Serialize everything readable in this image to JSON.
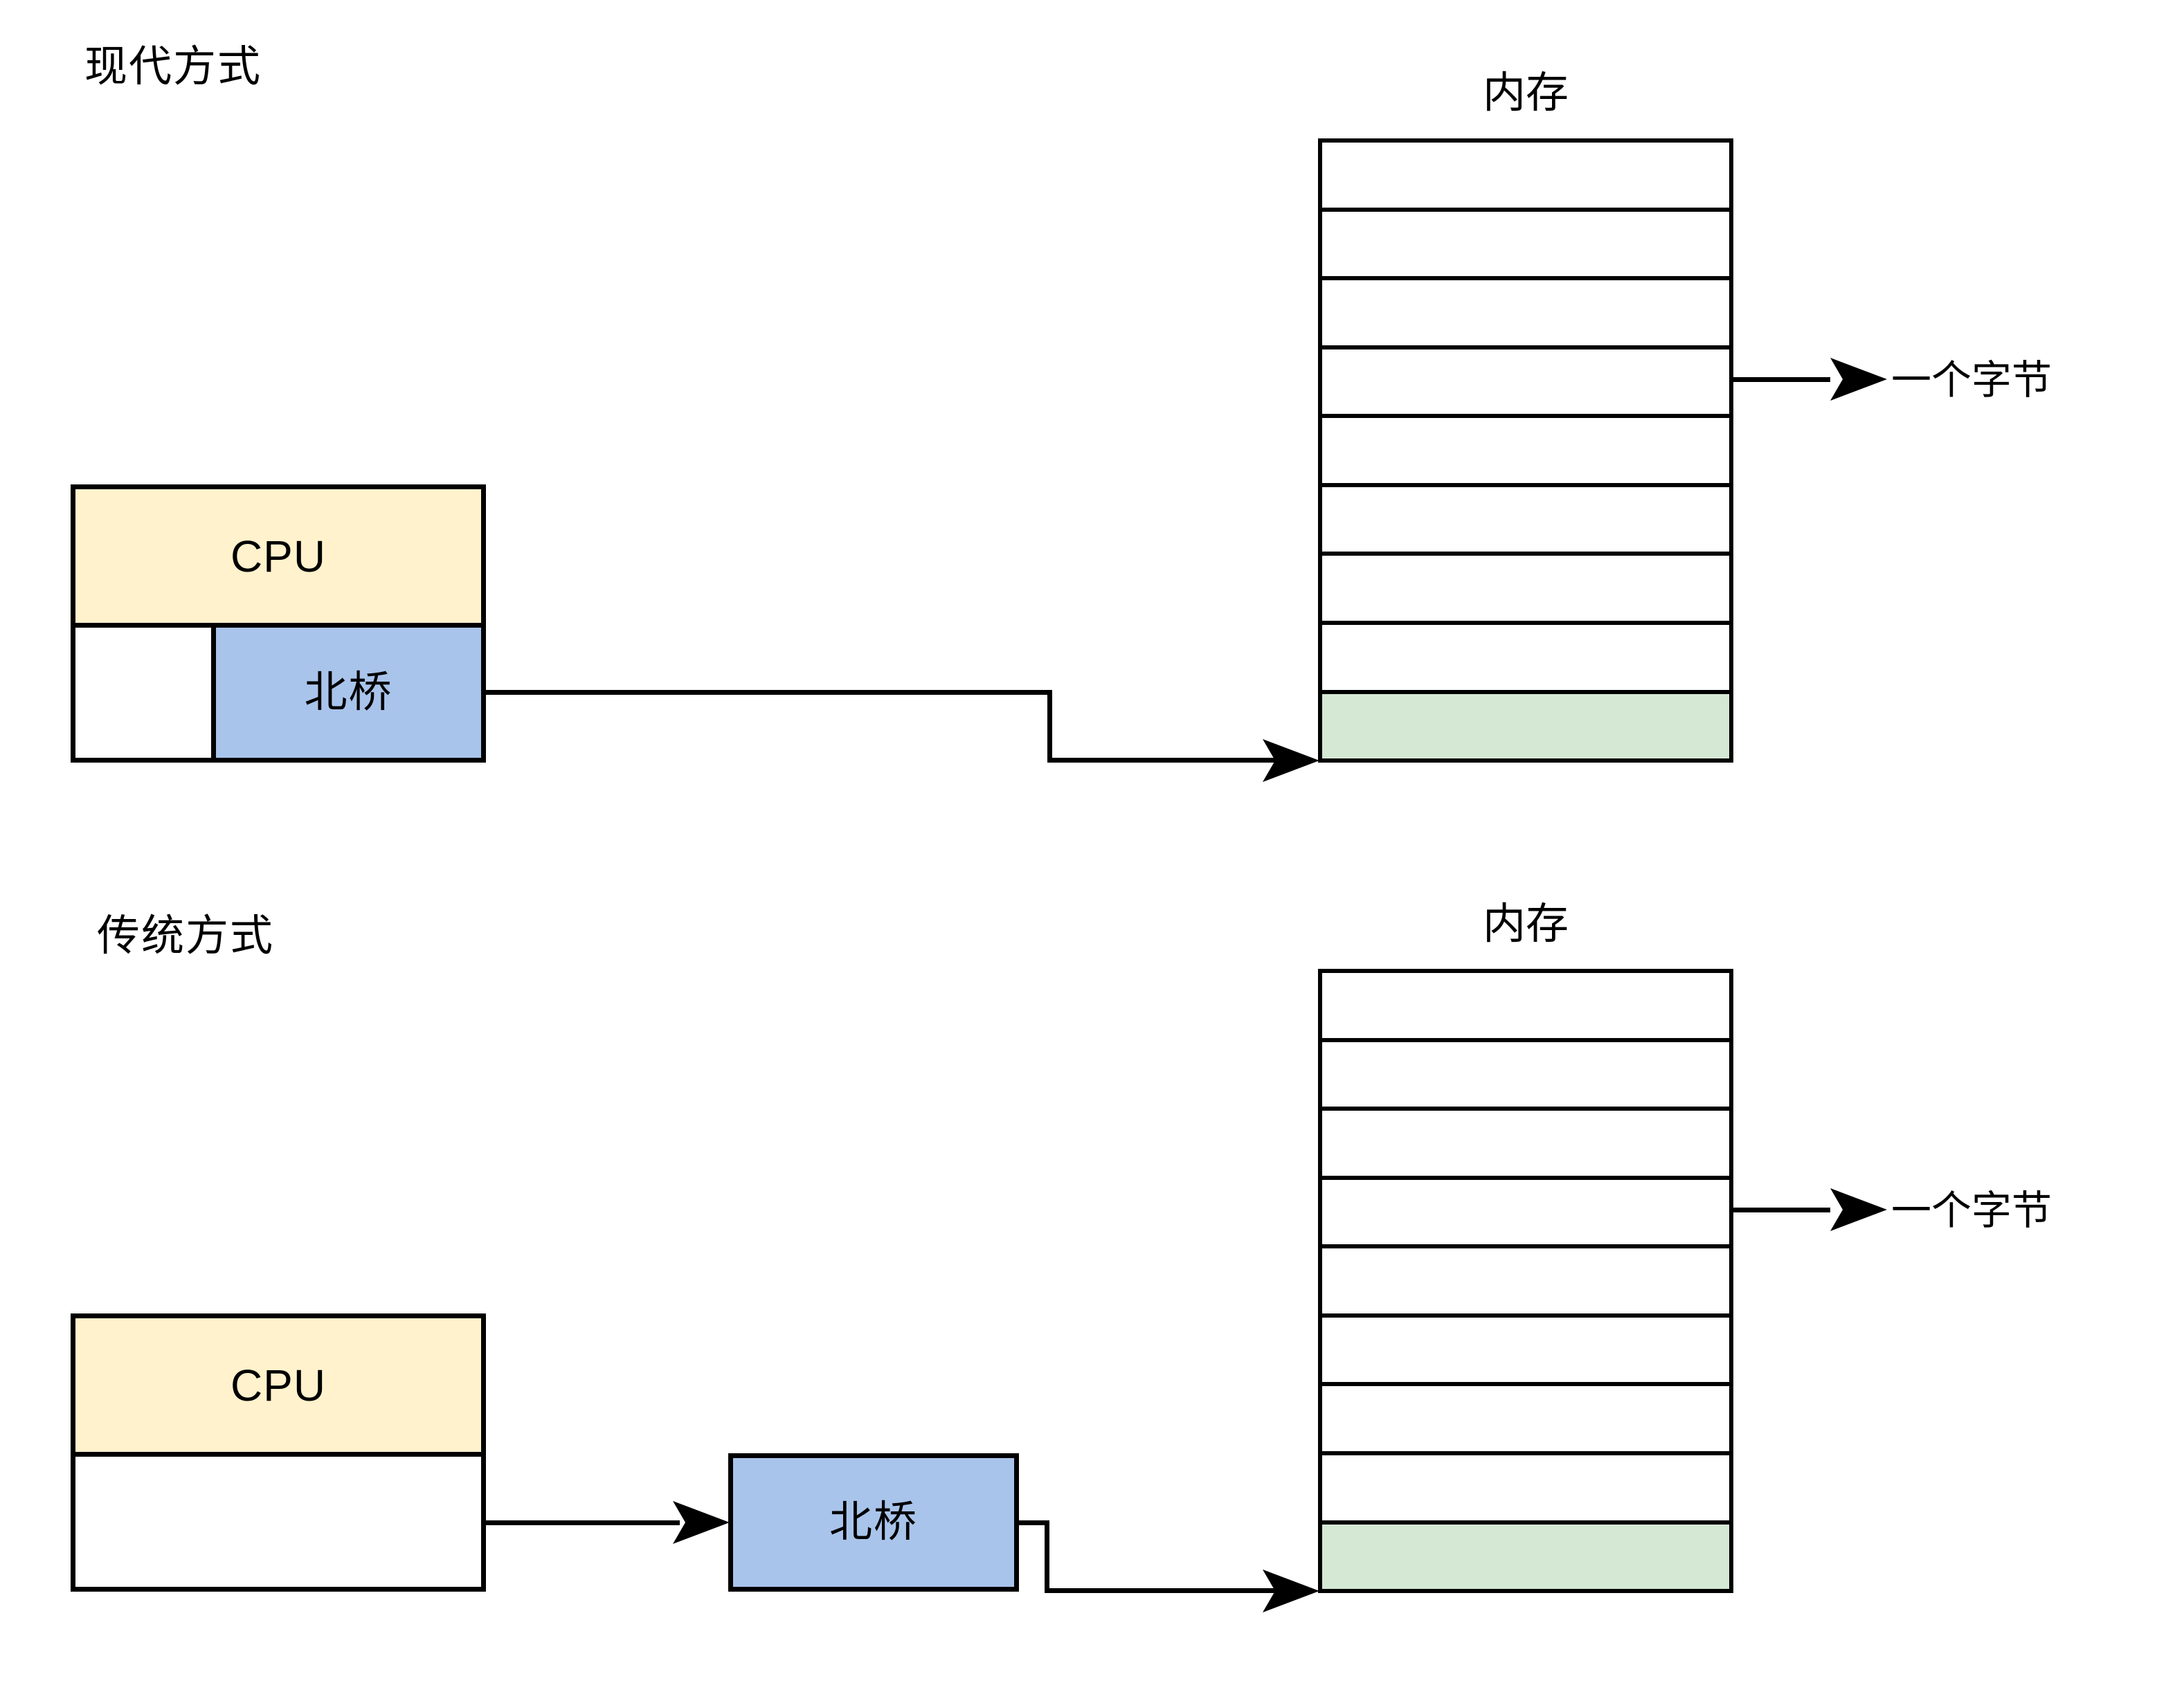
{
  "diagram": {
    "title_modern": "现代方式",
    "title_legacy": "传统方式",
    "memory_title": "内存",
    "byte_label": "一个字节",
    "cpu_label": "CPU",
    "northbridge_label": "北桥",
    "colors": {
      "cpu_fill": "#fff2cc",
      "northbridge_fill": "#a9c4eb",
      "memory_highlight_fill": "#d5e8d4",
      "stroke": "#000000",
      "background": "#ffffff"
    },
    "memory_cell_count": 9,
    "memory_highlight_index": 8
  },
  "modern": {
    "title": "现代方式",
    "memory": {
      "title": "内存",
      "cells": [
        "",
        "",
        "",
        "",
        "",
        "",
        "",
        "",
        ""
      ],
      "highlight_index": 8
    },
    "cpu": {
      "label": "CPU"
    },
    "northbridge": {
      "label": "北桥"
    },
    "annotation": {
      "byte": "一个字节"
    }
  },
  "legacy": {
    "title": "传统方式",
    "memory": {
      "title": "内存",
      "cells": [
        "",
        "",
        "",
        "",
        "",
        "",
        "",
        "",
        ""
      ],
      "highlight_index": 8
    },
    "cpu": {
      "label": "CPU"
    },
    "northbridge": {
      "label": "北桥"
    },
    "annotation": {
      "byte": "一个字节"
    }
  }
}
